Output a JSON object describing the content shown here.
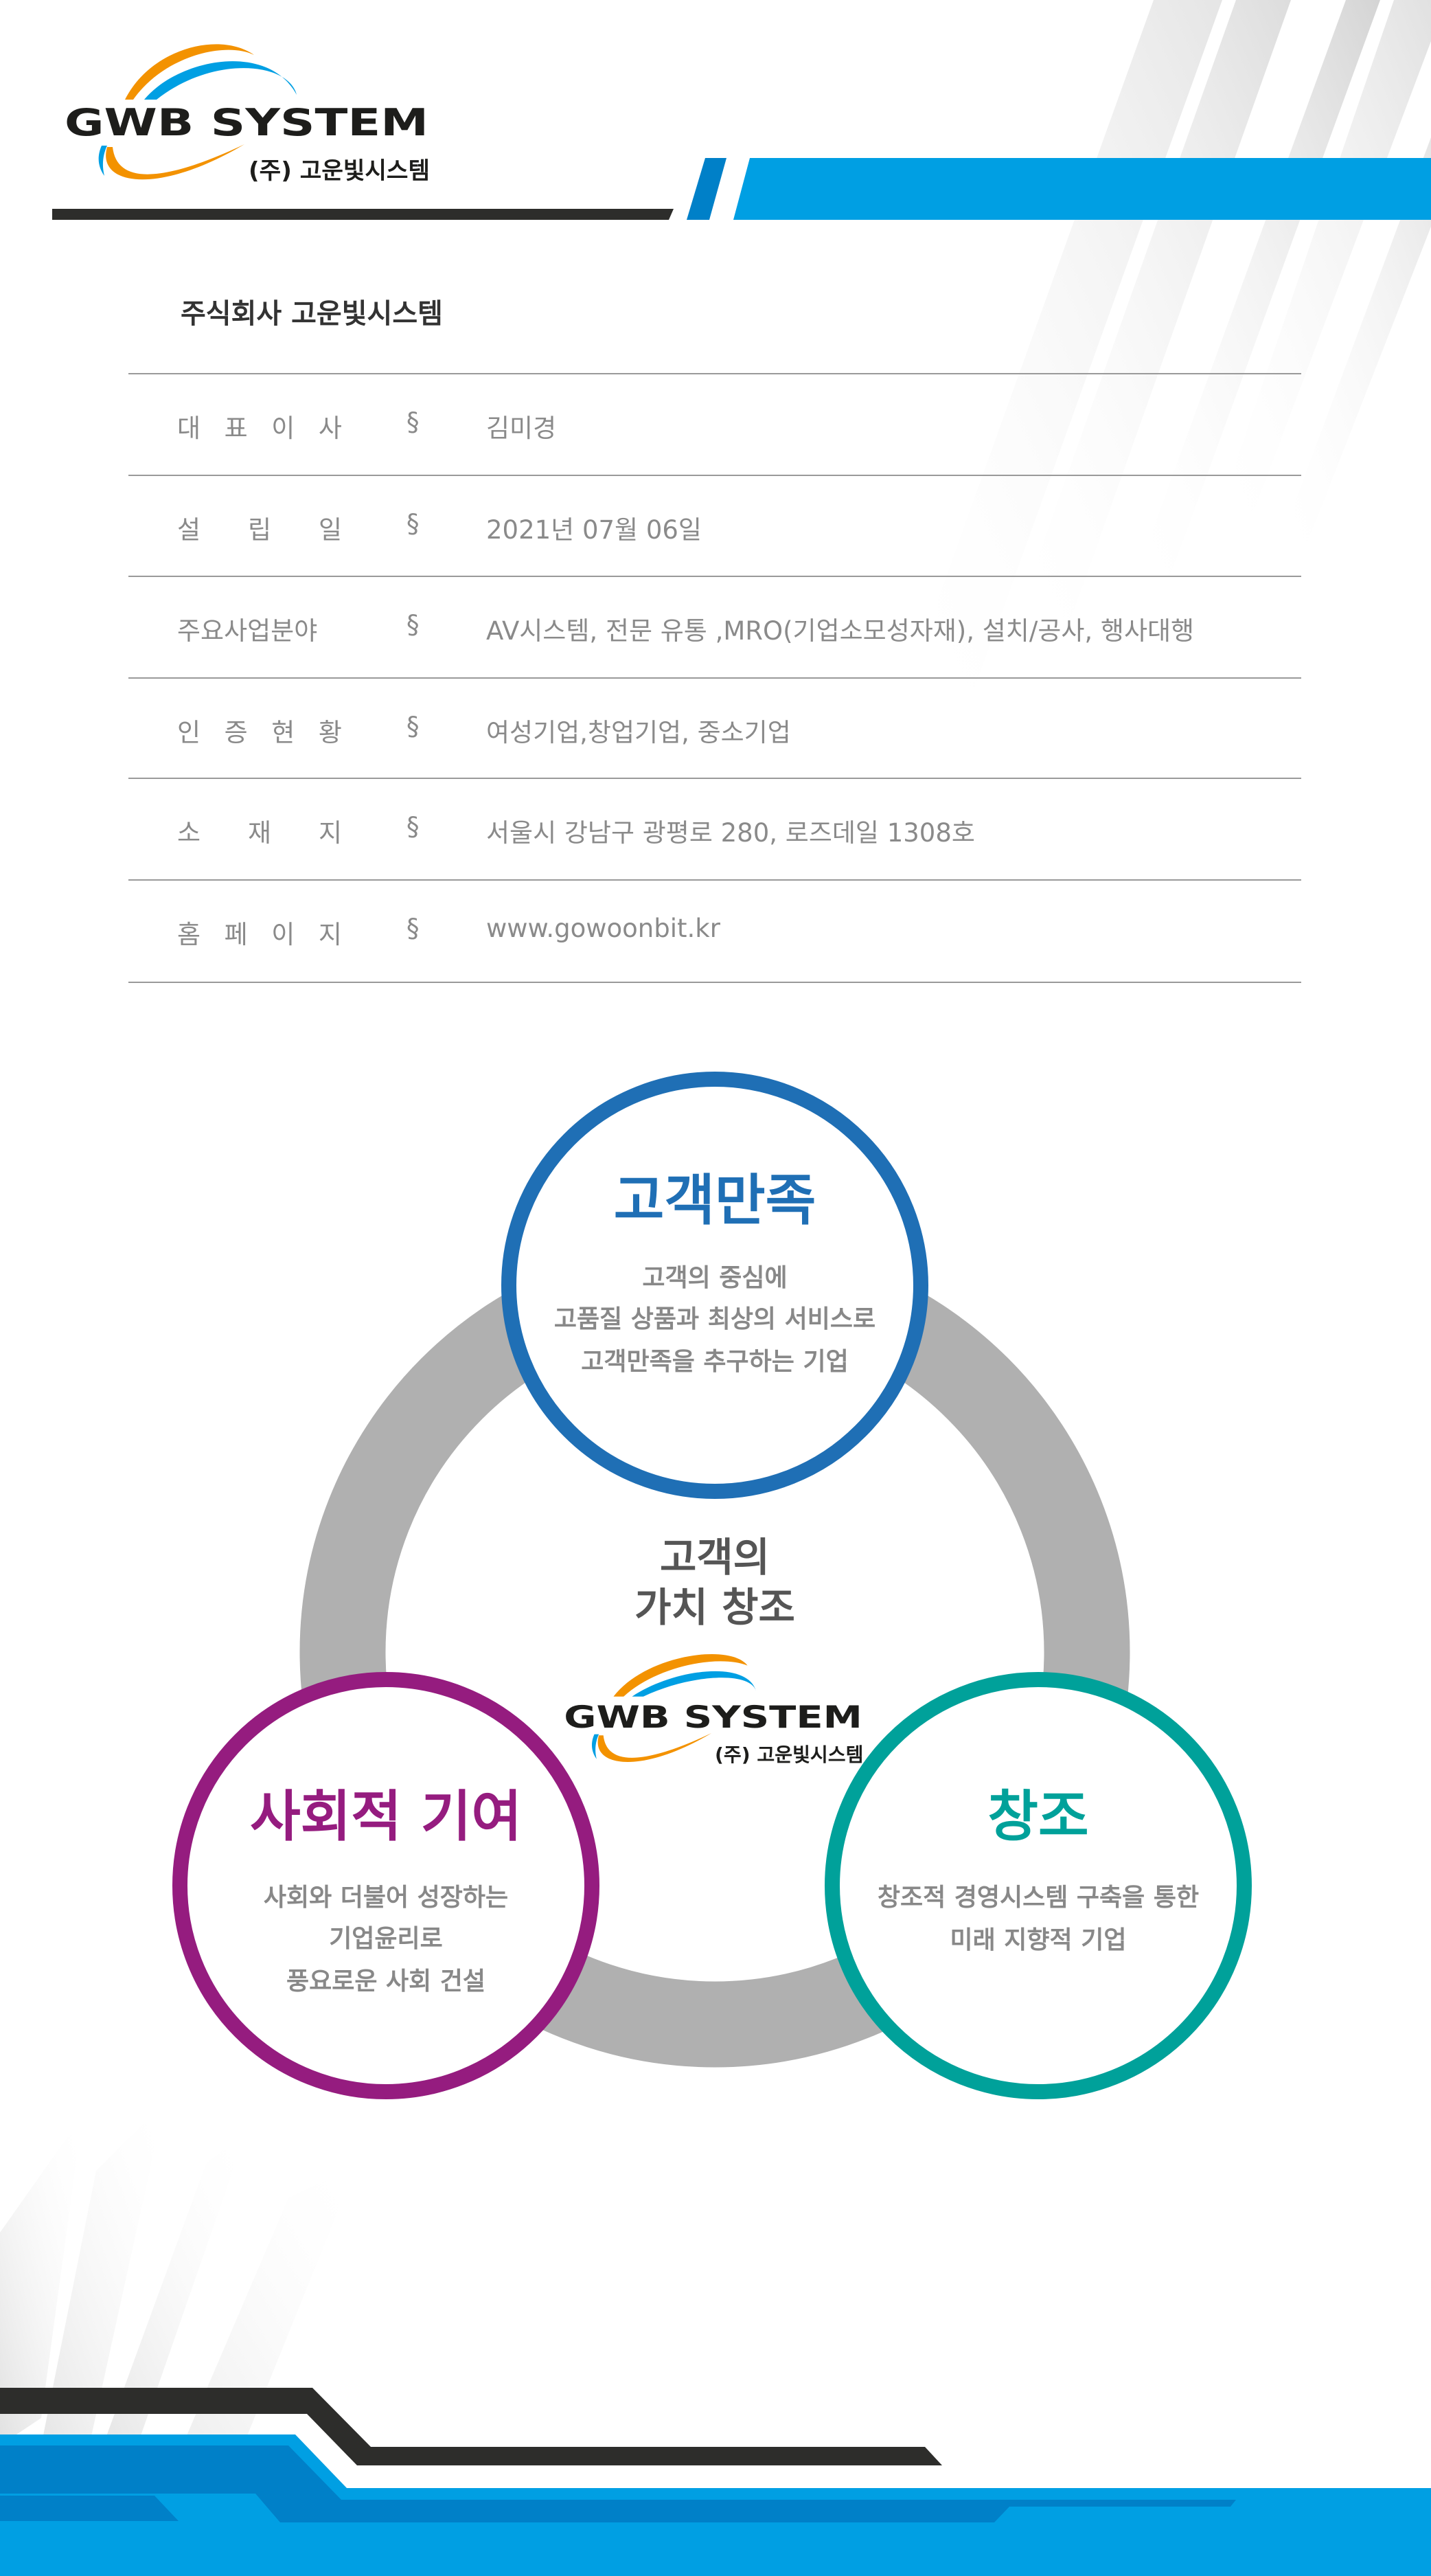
{
  "logo": {
    "name": "GWB SYSTEM",
    "subtitle": "(주) 고운빛시스템"
  },
  "company_title": "주식회사 고운빛시스템",
  "info_rows": [
    {
      "label": [
        "대",
        "표",
        "이",
        "사"
      ],
      "separator": "§",
      "value": "김미경"
    },
    {
      "label": [
        "설",
        "립",
        "일"
      ],
      "separator": "§",
      "value": "2021년 07월 06일"
    },
    {
      "label": [
        "주요사업분야"
      ],
      "separator": "§",
      "value": "AV시스템, 전문 유통 ,MRO(기업소모성자재),  설치/공사, 행사대행"
    },
    {
      "label": [
        "인",
        "증",
        "현",
        "황"
      ],
      "separator": "§",
      "value": "여성기업,창업기업, 중소기업"
    },
    {
      "label": [
        "소",
        "재",
        "지"
      ],
      "separator": "§",
      "value": "서울시 강남구 광평로 280, 로즈데일 1308호"
    },
    {
      "label": [
        "홈",
        "페",
        "이",
        "지"
      ],
      "separator": "§",
      "value": "www.gowoonbit.kr"
    }
  ],
  "diagram": {
    "center": [
      "고객의",
      "가치 창조"
    ],
    "top": {
      "title": "고객만족",
      "lines": [
        "고객의 중심에",
        "고품질 상품과 최상의 서비스로",
        "고객만족을 추구하는 기업"
      ],
      "color": "#1f6fb5"
    },
    "left": {
      "title": "사회적 기여",
      "lines": [
        "사회와 더불어 성장하는",
        "기업윤리로",
        "풍요로운 사회 건설"
      ],
      "color": "#951c7f"
    },
    "right": {
      "title": "창조",
      "lines": [
        "창조적 경영시스템 구축을 통한",
        "미래 지향적 기업"
      ],
      "color": "#00a19a"
    }
  },
  "colors": {
    "brand_blue": "#009fe3",
    "dark_blue": "#0080c8",
    "dark_bar": "#2d2d2b",
    "orange": "#f39200",
    "ring_gray": "#b0b0b0"
  }
}
